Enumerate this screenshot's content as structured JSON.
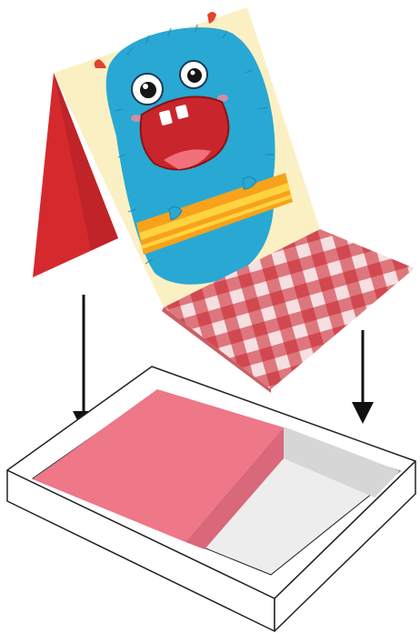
{
  "figure": {
    "objects": [
      "monster-card",
      "gingham-tray-panel",
      "red-back-flap",
      "open-white-box",
      "pink-insert-block"
    ],
    "arrows": [
      {
        "name": "left-arrow",
        "direction": "down"
      },
      {
        "name": "right-arrow",
        "direction": "down"
      }
    ],
    "colors": {
      "monster_fur": "#29a8d4",
      "card_bg": "#fbf0c4",
      "back_flap": "#d42a2e",
      "gingham_dark": "#c8202c",
      "gingham_light": "#f6dfe1",
      "belt": "#f7a21b",
      "belt_stripe": "#ffd340",
      "insert_top": "#ee7788",
      "insert_side": "#d8687a",
      "box_inner": "#ededed",
      "box_line": "#222222"
    }
  }
}
